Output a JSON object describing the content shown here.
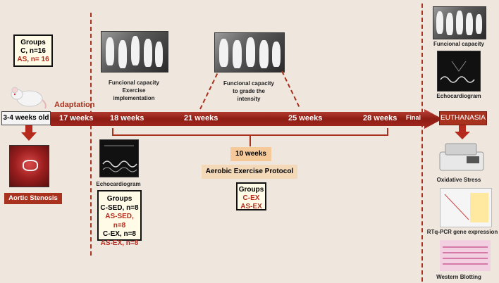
{
  "groups_initial": {
    "title": "Groups",
    "line1": "C, n=16",
    "line2": "AS, n= 16"
  },
  "age_label": "3-4 weeks old",
  "adaptation_label": "Adaptation",
  "aortic_stenosis_label": "Aortic Stenosis",
  "timeline": {
    "week17": "17 weeks",
    "week18": "18 weeks",
    "week21": "21 weeks",
    "week25": "25 weeks",
    "week28": "28 weeks",
    "final": "Final"
  },
  "euthanasia_label": "EUTHANASIA",
  "caption_capacity_impl": "Funcional capacity\nExercise\nimplementation",
  "caption_capacity_grade": "Funcional capacity\nto grade the\nintensity",
  "duration_label": "10 weeks",
  "protocol_label": "Aerobic Exercise Protocol",
  "groups_exercise": {
    "title": "Groups",
    "line1": "C-EX",
    "line2": "AS-EX"
  },
  "echo_label_left": "Echocardiogram",
  "groups_final": {
    "title": "Groups",
    "line1": "C-SED, n=8",
    "line2": "AS-SED, n=8",
    "line3": "C-EX, n=8",
    "line4": "AS-EX, n=8"
  },
  "right_panel": {
    "functional": "Funcional capacity",
    "echo": "Echocardiogram",
    "oxidative": "Oxidative Stress",
    "rtq": "RTq-PCR gene expression",
    "western": "Western Blotting"
  },
  "colors": {
    "accent": "#a8321e",
    "background": "#efe6de",
    "box_tan": "#f3d9b8"
  }
}
